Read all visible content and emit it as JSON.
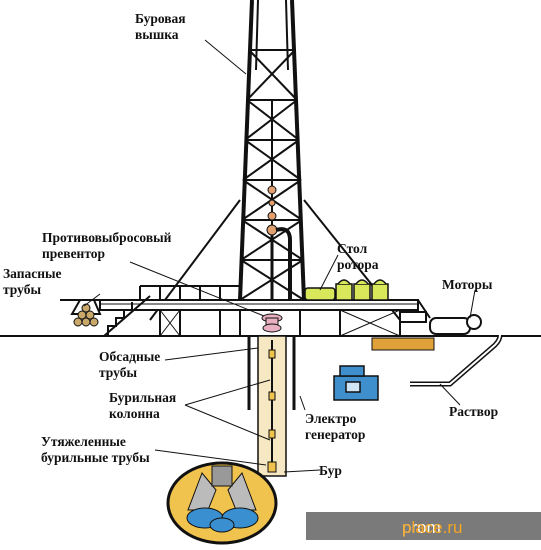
{
  "labels": {
    "derrick": [
      "Буровая",
      "вышка"
    ],
    "bop": [
      "Противовыбросовый",
      "превентор"
    ],
    "rotary_table": [
      "Стол",
      "ротора"
    ],
    "spare_pipes": [
      "Запасные",
      "трубы"
    ],
    "motors": "Моторы",
    "casing": [
      "Обсадные",
      "трубы"
    ],
    "drill_string": [
      "Бурильная",
      "колонна"
    ],
    "mud": "Раствор",
    "generator": [
      "Электро",
      "генератор"
    ],
    "drill_collars": [
      "Утяжеленные",
      "бурильные трубы"
    ],
    "bit": "Бур"
  },
  "watermark": {
    "part1": "prom",
    "part2": "place.ru"
  },
  "colors": {
    "ground": "#111111",
    "casing_fill": "#f6e8c2",
    "table_green": "#d8e85a",
    "trough": "#e0a13a",
    "generator": "#3f8fcc",
    "bit_fill": "#f0c24e",
    "bit_cutters": "#3a8fd0"
  }
}
